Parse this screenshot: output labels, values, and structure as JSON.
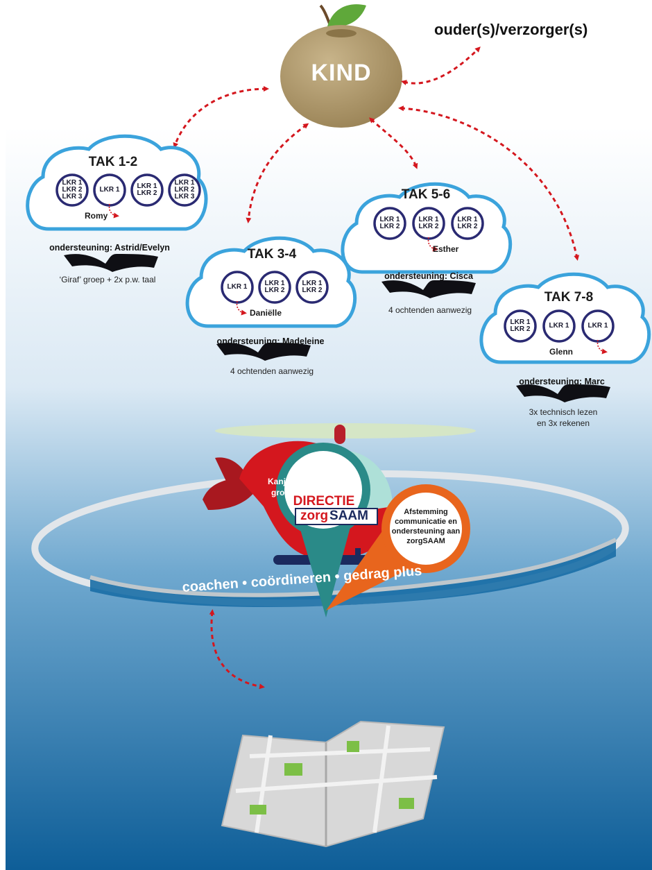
{
  "header": {
    "parents": "ouder(s)/verzorger(s)"
  },
  "apple": {
    "label": "KIND"
  },
  "colors": {
    "arrow": "#d4171e",
    "apple": "#b09a6c",
    "cloud_border": "#3ba3dc",
    "lkr_circle": "#2a2a72",
    "helicopter": "#d4171e",
    "directie_ring": "#2a8a88",
    "afstemming_ring": "#e8651d",
    "sky_top": "#ffffff",
    "sky_bottom": "#1a6ea6"
  },
  "groups": [
    {
      "title": "TAK 1-2",
      "circles": [
        [
          "LKR 1",
          "LKR 2",
          "LKR 3"
        ],
        [
          "LKR 1"
        ],
        [
          "LKR 1",
          "LKR 2"
        ],
        [
          "LKR 1",
          "LKR 2",
          "LKR 3"
        ]
      ],
      "person": "Romy",
      "support": "ondersteuning: Astrid/Evelyn",
      "note": "‘Giraf’ groep + 2x p.w. taal"
    },
    {
      "title": "TAK 3-4",
      "circles": [
        [
          "LKR 1"
        ],
        [
          "LKR 1",
          "LKR 2"
        ],
        [
          "LKR 1",
          "LKR 2"
        ]
      ],
      "person": "Daniëlle",
      "support": "ondersteuning: Madeleine",
      "note": "4 ochtenden aanwezig"
    },
    {
      "title": "TAK 5-6",
      "circles": [
        [
          "LKR 1",
          "LKR 2"
        ],
        [
          "LKR 1",
          "LKR 2"
        ],
        [
          "LKR 1",
          "LKR 2"
        ]
      ],
      "person": "Esther",
      "support": "ondersteuning: Cisca",
      "note": "4 ochtenden aanwezig"
    },
    {
      "title": "TAK 7-8",
      "circles": [
        [
          "LKR 1",
          "LKR 2"
        ],
        [
          "LKR 1"
        ],
        [
          "LKR 1"
        ]
      ],
      "person": "Glenn",
      "support": "ondersteuning: Marc",
      "note_lines": [
        "3x technisch lezen",
        "en 3x rekenen"
      ]
    }
  ],
  "helicopter": {
    "label_lines": [
      "Kanjertraining",
      "groep 1 tm 6"
    ],
    "brand_a": "zorg",
    "brand_b": "SAAM",
    "ring_text": "coachen • coördineren • gedrag plus"
  },
  "map": {
    "directie": "DIRECTIE",
    "afstemming": "Afstemming communicatie en ondersteuning aan zorgSAAM"
  }
}
